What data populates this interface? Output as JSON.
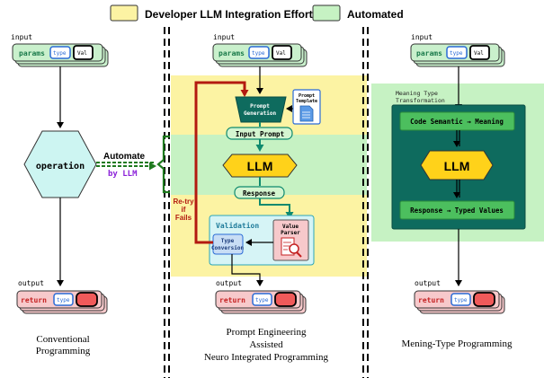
{
  "legend": {
    "developer_effort_label": "Developer LLM Integration Effort",
    "automated_label": "Automated",
    "developer_effort_color": "#fcf3a3",
    "automated_color": "#c6f2c3"
  },
  "columns": [
    {
      "input_label": "input",
      "params_label": "params",
      "type_label": "type",
      "val_label": "Val",
      "output_label": "output",
      "return_label": "return",
      "return_type_label": "type",
      "caption_lines": [
        "Conventional",
        "Programming"
      ]
    },
    {
      "input_label": "input",
      "params_label": "params",
      "type_label": "type",
      "val_label": "Val",
      "output_label": "output",
      "return_label": "return",
      "return_type_label": "type",
      "caption_lines": [
        "Prompt Engineering",
        "Assisted",
        "Neuro Integrated Programming"
      ]
    },
    {
      "input_label": "input",
      "params_label": "params",
      "type_label": "type",
      "val_label": "Val",
      "output_label": "output",
      "return_label": "return",
      "return_type_label": "type",
      "caption_lines": [
        "Mening-Type Programming"
      ]
    }
  ],
  "conventional": {
    "operation_label": "operation",
    "automate_label": "Automate",
    "by_llm_label": "by LLM"
  },
  "prompt_engineering": {
    "prompt_generation_lines": [
      "Prompt",
      "Generation"
    ],
    "prompt_template_lines": [
      "Prompt",
      "Template"
    ],
    "input_prompt_label": "Input Prompt",
    "llm_label": "LLM",
    "response_label": "Response",
    "validation_label": "Validation",
    "value_parser_lines": [
      "Value",
      "Parser"
    ],
    "type_conversion_lines": [
      "Type",
      "Conversion"
    ],
    "retry_lines": [
      "Re-try",
      "if",
      "Fails"
    ]
  },
  "meaning_type": {
    "title_lines": [
      "Meaning Type",
      "Transformation"
    ],
    "code_semantic_label": "Code Semantic → Meaning",
    "llm_label": "LLM",
    "response_typed_label": "Response → Typed Values"
  },
  "colors": {
    "green_box": "#c9f0cc",
    "teal": "#0e6b5e",
    "llm_yellow": "#ffd21a",
    "red_arrow": "#b31a10",
    "return_pink": "#f7c9cb",
    "automate_green": "#1e7a1e",
    "by_llm_purple": "#8a1fd8"
  }
}
